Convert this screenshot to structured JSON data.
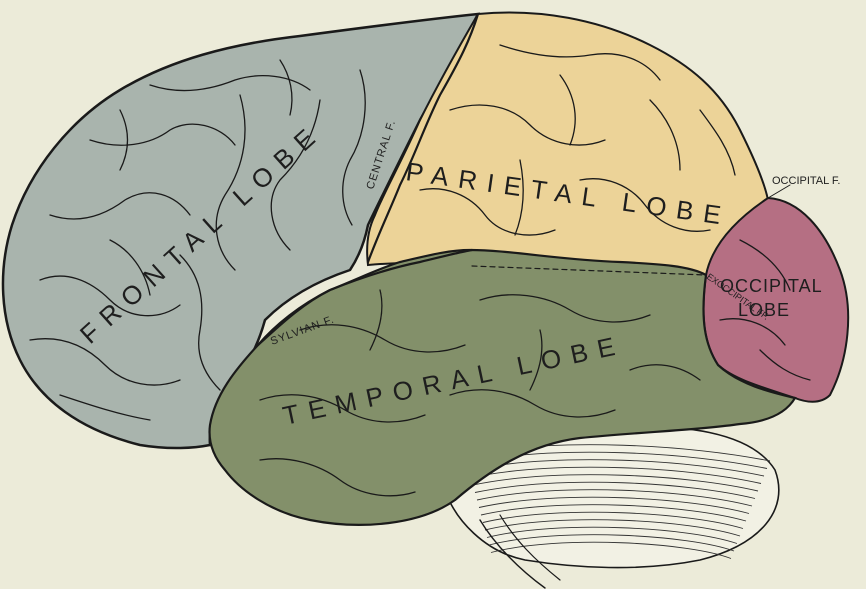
{
  "colors": {
    "background": "#ecebd9",
    "frontal": "#a9b4ad",
    "parietal": "#ecd398",
    "temporal": "#83906a",
    "occipital": "#b56f83",
    "cerebellum": "#f2f1e4"
  },
  "lobes": {
    "frontal": "FRONTAL LOBE",
    "parietal": "PARIETAL LOBE",
    "temporal": "TEMPORAL LOBE",
    "occipital_line1": "OCCIPITAL",
    "occipital_line2": "LOBE"
  },
  "fissures": {
    "central": "CENTRAL F.",
    "sylvian": "SYLVIAN F.",
    "occipital": "OCCIPITAL F.",
    "exoccipital": "EXOCCIPITAL FF."
  }
}
